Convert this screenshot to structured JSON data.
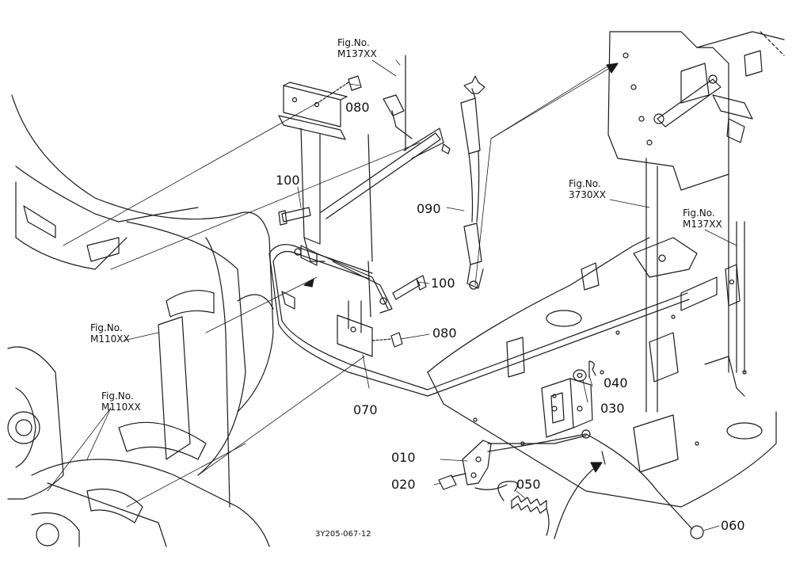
{
  "diagram": {
    "fig_refs": [
      {
        "id": "fig-top",
        "line1": "Fig.No.",
        "line2": "M137XX"
      },
      {
        "id": "fig-right",
        "line1": "Fig.No.",
        "line2": "M137XX"
      },
      {
        "id": "fig-mid-right",
        "line1": "Fig.No.",
        "line2": "3730XX"
      },
      {
        "id": "fig-left-upper",
        "line1": "Fig.No.",
        "line2": "M110XX"
      },
      {
        "id": "fig-left-lower",
        "line1": "Fig.No.",
        "line2": "M110XX"
      }
    ],
    "parts": {
      "p080_top": "080",
      "p100_left": "100",
      "p090": "090",
      "p100_right": "100",
      "p080_mid": "080",
      "p070": "070",
      "p040": "040",
      "p030": "030",
      "p010": "010",
      "p020": "020",
      "p050": "050",
      "p060": "060"
    },
    "drawing_code": "3Y205-067-12",
    "colors": {
      "line": "#1a1a1a",
      "background": "#ffffff"
    }
  }
}
